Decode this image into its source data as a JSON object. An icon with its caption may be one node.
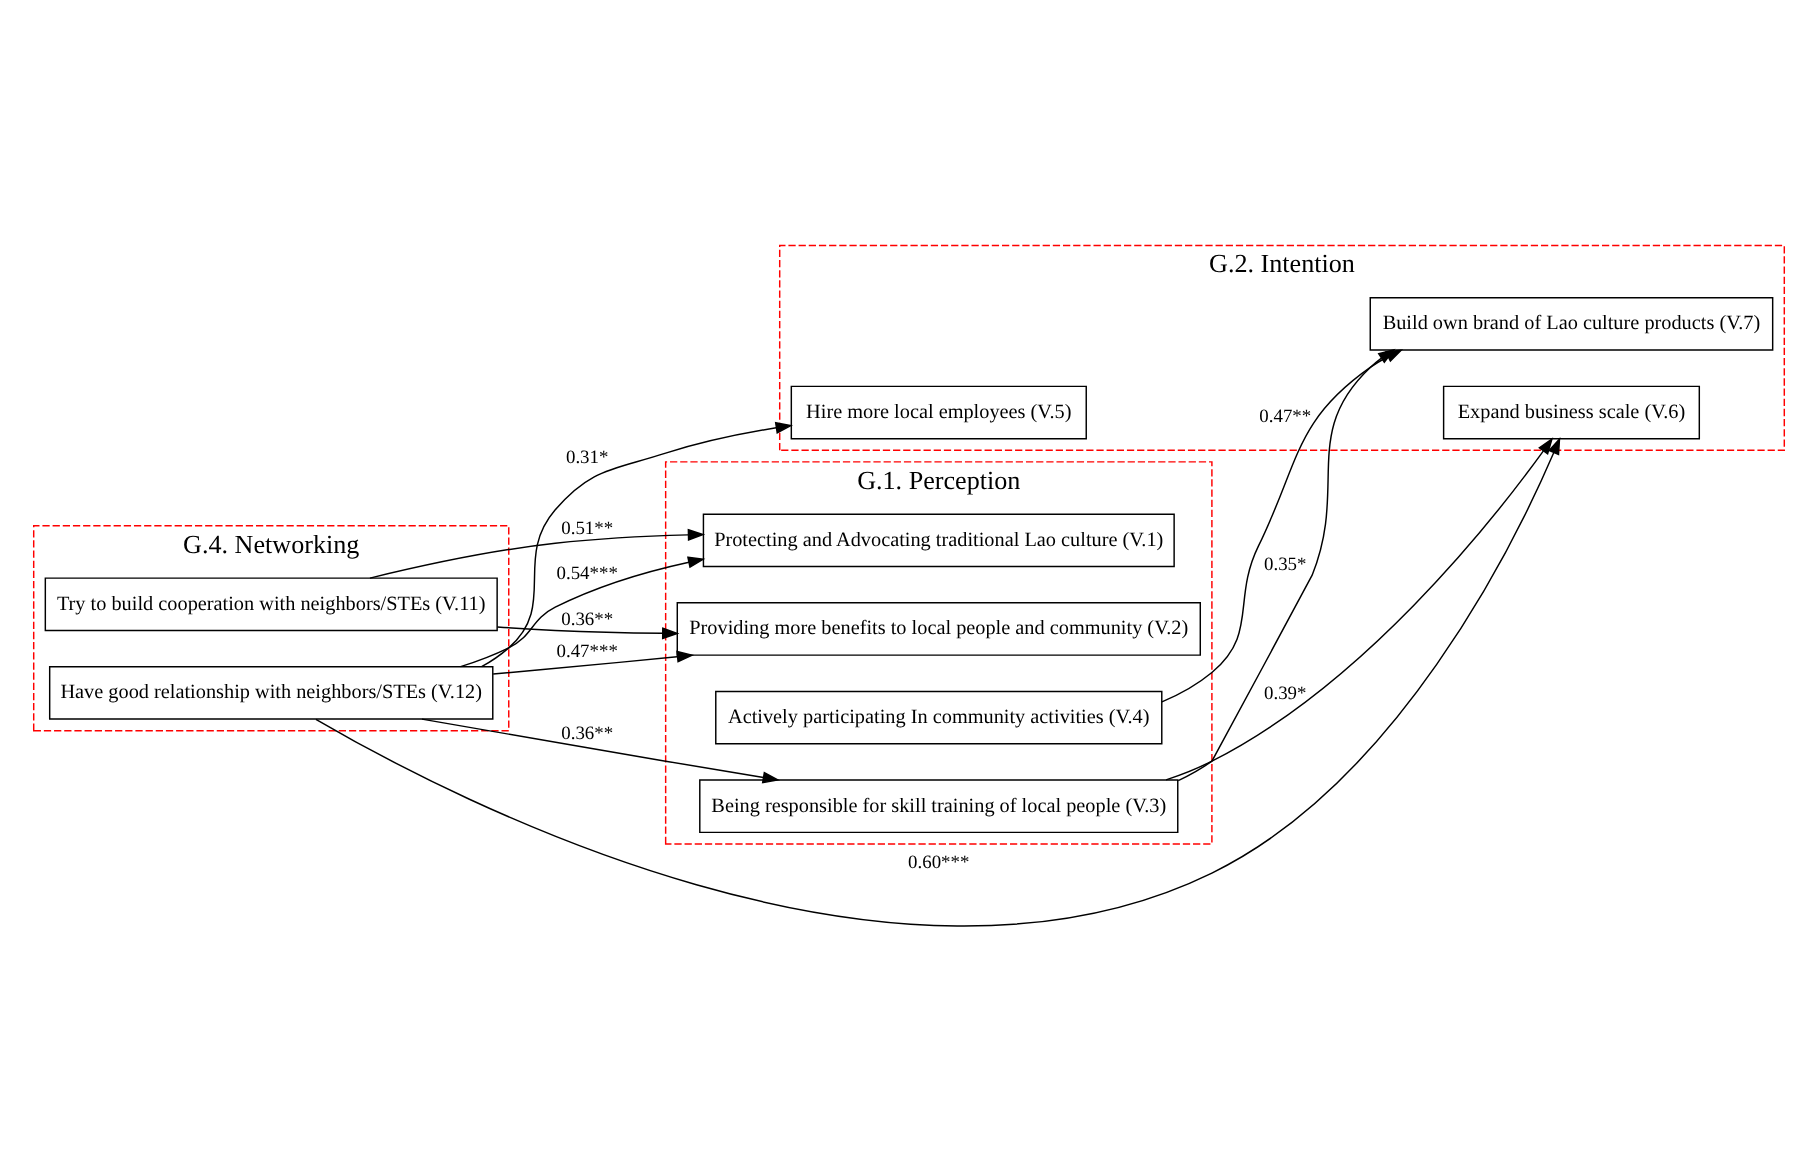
{
  "diagram": {
    "nodes": [
      {
        "text": [
          "G.1. Perception"
        ]
      },
      {
        "text": [
          "Protecting and Advocating traditional Lao culture (V.1)"
        ],
        "in": 0
      },
      {
        "text": [
          "Providing more benefits to local people and community (V.2)"
        ],
        "in": 0
      },
      {
        "text": [
          "Being responsible for skill training of local people (V.3)"
        ],
        "in": 0
      },
      {
        "text": [
          "Actively participating In community activities (V.4)"
        ],
        "in": 0
      },
      {
        "text": [
          "G.2. Intention"
        ]
      },
      {
        "text": [
          "Hire more local employees (V.5)"
        ],
        "in": 5
      },
      {
        "text": [
          "Expand business scale (V.6)"
        ],
        "in": 5
      },
      {
        "text": [
          "Build own brand of Lao culture products (V.7)"
        ],
        "in": 5
      },
      {
        "text": [
          "G.4. Networking"
        ]
      },
      {
        "text": [
          "Try to build cooperation with neighbors/STEs (V.11)"
        ],
        "in": 9
      },
      {
        "text": [
          "Have good relationship with neighbors/STEs (V.12)"
        ],
        "in": 9
      }
    ],
    "edges": [
      {
        "from": 10,
        "to": 2,
        "arrow": "to",
        "label": "0.36**"
      },
      {
        "from": 10,
        "to": 1,
        "arrow": "to",
        "label": "0.51**"
      },
      {
        "from": 11,
        "to": 6,
        "arrow": "to",
        "label": "0.31*"
      },
      {
        "from": 3,
        "to": 7,
        "arrow": "to",
        "label": "0.39*"
      },
      {
        "from": 3,
        "to": 8,
        "arrow": "to",
        "label": "0.35*"
      },
      {
        "from": 11,
        "to": 7,
        "arrow": "to",
        "label": "0.60***"
      },
      {
        "from": 4,
        "to": 8,
        "arrow": "to",
        "label": "0.47**"
      },
      {
        "from": 11,
        "to": 3,
        "arrow": "to",
        "label": "0.36**"
      },
      {
        "from": 11,
        "to": 2,
        "arrow": "to",
        "label": "0.47***"
      },
      {
        "from": 11,
        "to": 1,
        "arrow": "to",
        "label": "0.54***"
      }
    ]
  }
}
